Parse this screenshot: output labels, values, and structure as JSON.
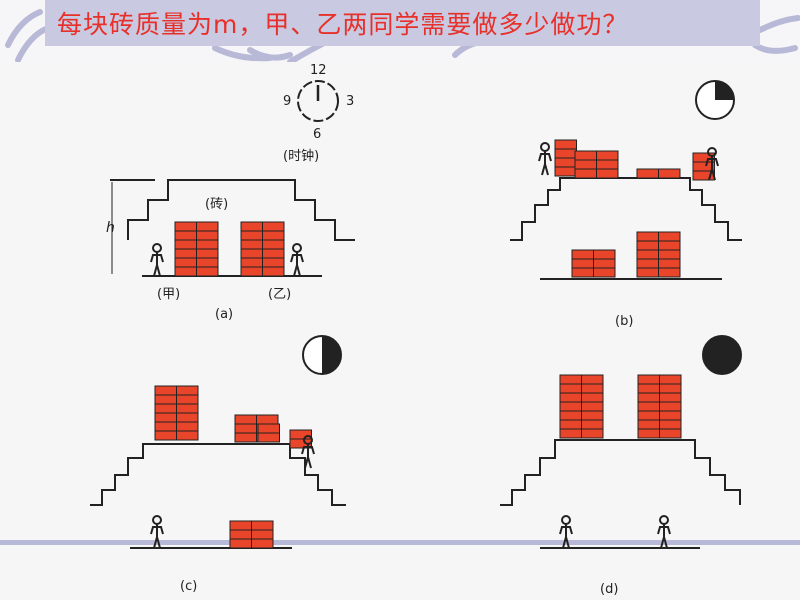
{
  "slide": {
    "title": "每块砖质量为m，甲、乙两同学需要做多少做功？"
  },
  "panel_a": {
    "clock_labels": {
      "top": "12",
      "left": "9",
      "right": "3",
      "bottom": "6"
    },
    "clock_caption": "(时钟)",
    "height_label": "h",
    "brick_label": "(砖)",
    "person_left": "(甲)",
    "person_right": "(乙)",
    "caption": "(a)"
  },
  "panel_b": {
    "caption": "(b)",
    "clock_fill": 0.25
  },
  "panel_c": {
    "caption": "(c)",
    "clock_fill": 0.5
  },
  "panel_d": {
    "caption": "(d)",
    "clock_fill": 1.0
  },
  "colors": {
    "title": "#e8302a",
    "brick": "#e8452a",
    "title_bg": "#c9c9e1"
  }
}
